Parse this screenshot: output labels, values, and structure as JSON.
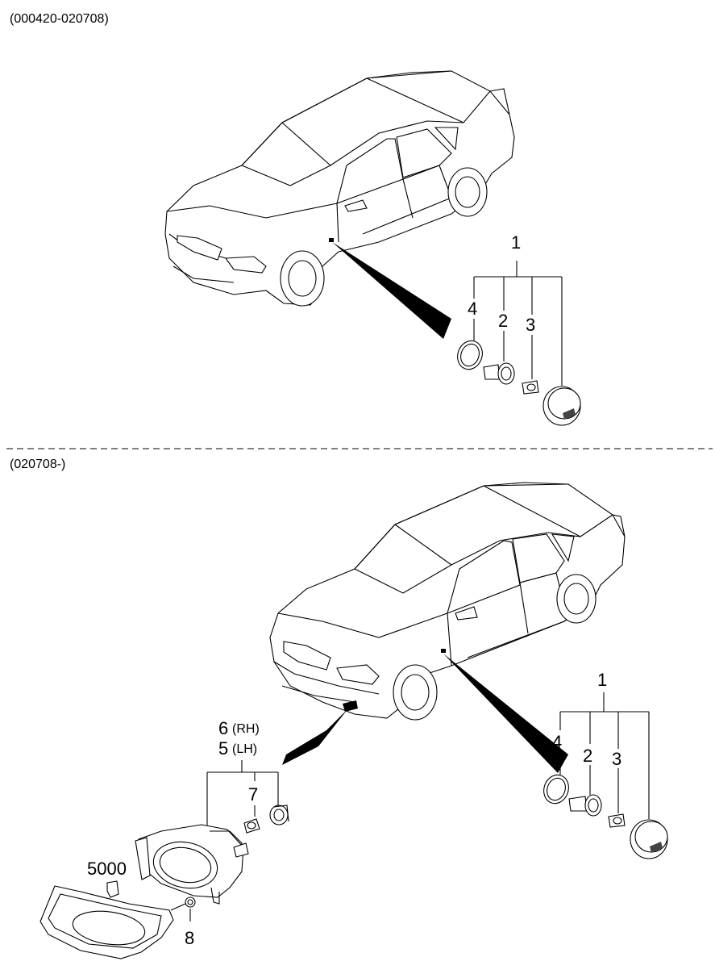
{
  "sections": [
    {
      "range": "(000420-020708)",
      "callouts": {
        "set": "1",
        "gasket": "4",
        "socket": "2",
        "bulb": "3"
      }
    },
    {
      "range": "(020708-)",
      "callouts": {
        "set": "1",
        "gasket": "4",
        "socket": "2",
        "bulb": "3"
      },
      "fog_lamp": {
        "rh_num": "6",
        "rh_side": "(RH)",
        "lh_num": "5",
        "lh_side": "(LH)",
        "bulb": "7",
        "bezel": "5000",
        "screw": "8"
      }
    }
  ]
}
